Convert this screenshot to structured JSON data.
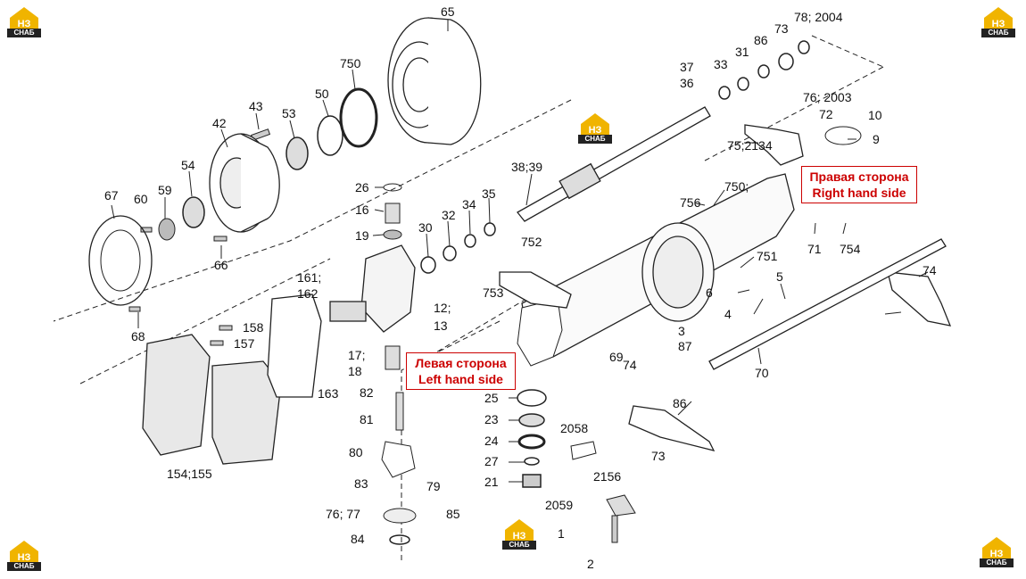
{
  "callouts": [
    "65",
    "750",
    "50",
    "53",
    "43",
    "42",
    "54",
    "59",
    "60",
    "67",
    "66",
    "68",
    "26",
    "16",
    "19",
    "30",
    "32",
    "34",
    "35",
    "38;39",
    "12;",
    "13",
    "17;",
    "18",
    "161;",
    "162",
    "158",
    "157",
    "163",
    "154;155",
    "82",
    "81",
    "80",
    "83",
    "79",
    "76; 77",
    "85",
    "84",
    "25",
    "23",
    "24",
    "27",
    "21",
    "2058",
    "2059",
    "2156",
    "1",
    "2",
    "750;",
    "756",
    "37",
    "36",
    "33",
    "31",
    "86",
    "73",
    "78; 2004",
    "76; 2003",
    "72",
    "10",
    "9",
    "75;2134",
    "71",
    "754",
    "752",
    "753",
    "751",
    "6",
    "5",
    "4",
    "3",
    "87",
    "69",
    "74",
    "70",
    "86",
    "73",
    "74"
  ],
  "left_side": {
    "ru": "Левая сторона",
    "en": "Left hand side"
  },
  "right_side": {
    "ru": "Правая сторона",
    "en": "Right hand side"
  },
  "logo": {
    "mark": "НЗ",
    "text": "СНАБ"
  },
  "colors": {
    "accent": "#cc0000",
    "logo": "#f0b400"
  }
}
